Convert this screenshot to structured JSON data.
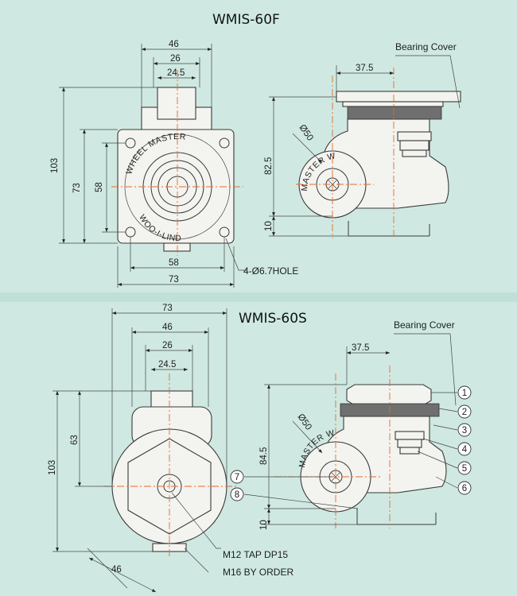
{
  "top": {
    "title": "WMIS-60F",
    "bearing_cover": "Bearing Cover",
    "hole_note": "4-Ø6.7HOLE",
    "brand_arc_top": "WHEEL MASTER",
    "brand_arc_bottom": "WOO-I-LIND",
    "wheel_brand": "MASTER WHEEL",
    "dims": {
      "w46": "46",
      "w26": "26",
      "w24_5": "24.5",
      "h103": "103",
      "h73": "73",
      "h58": "58",
      "b58": "58",
      "b73": "73",
      "s37_5": "37.5",
      "dia50": "Ø50",
      "h82_5": "82.5",
      "h10": "10"
    }
  },
  "bottom": {
    "title": "WMIS-60S",
    "bearing_cover": "Bearing Cover",
    "tap_note_1": "M12 TAP DP15",
    "tap_note_2": "M16 BY ORDER",
    "wheel_brand": "MASTER WHEEL",
    "dims": {
      "w73": "73",
      "w46": "46",
      "w26": "26",
      "w24_5": "24.5",
      "h103": "103",
      "h63": "63",
      "r46": "46",
      "s37_5": "37.5",
      "dia50": "Ø50",
      "h84_5": "84.5",
      "h10": "10"
    },
    "callouts": [
      "1",
      "2",
      "3",
      "4",
      "5",
      "6",
      "7",
      "8"
    ]
  },
  "colors": {
    "background": "#cfe9e2",
    "centerline": "#e86a2a",
    "line": "#3a3a3a"
  }
}
